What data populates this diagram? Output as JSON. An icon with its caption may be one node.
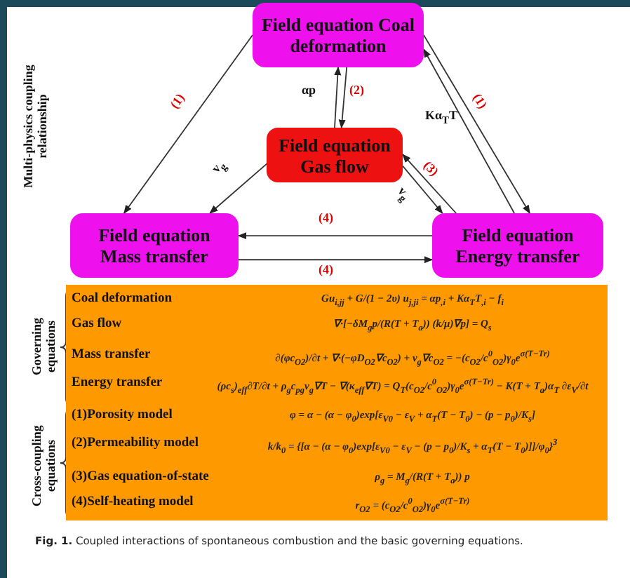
{
  "diagram": {
    "caption": "**Fig. 1.** Coupled interactions of spontaneous combustion and the basic governing equations.",
    "nodes": [
      {
        "text": [
          "Field equation Coal deformation"
        ]
      },
      {
        "text": [
          "Field equation Gas flow"
        ]
      },
      {
        "text": [
          "Field equation Mass transfer"
        ]
      },
      {
        "text": [
          "Field equation Energy transfer"
        ]
      },
      {
        "text": [
          "Coal deformation",
          "Gu$_{i,jj}$ + G/(1 − 2υ) u$_{j,ji}$ = αp$_{,i}$ + Kα$_{T}$T$_{,i}$ − f$_{i}$",
          "Gas flow",
          "∇·[−δM$_{g}$p/(R(T + T$_{a}$)) (k/μ)∇p] = Q$_{s}$",
          "Mass transfer",
          "∂(φc$_{O2}$)/∂t + ∇·(−φD$_{O2}$∇c$_{O2}$) + v$_{g}$∇c$_{O2}$ = −(c$_{O2}$/c$^{0}$$_{O2}$)γ$_{0}$e$^{σ(T−Tr)}$",
          "Energy transfer",
          "(ρc$_{s}$)$_{eff}$∂T/∂t + ρ$_{g}$c$_{pg}$v$_{g}$∇T − ∇(κ$_{eff}$∇T) = Q$_{T}$(c$_{O2}$/c$^{0}$$_{O2}$)γ$_{0}$e$^{σ(T−Tr)}$ − K(T + T$_{a}$)α$_{T}$ ∂ε$_{V}$/∂t",
          "(1)Porosity model",
          "φ = α − (α − φ$_{0}$)exp[ε$_{V0}$ − ε$_{V}$ + α$_{T}$(T − T$_{0}$) − (p − p$_{0}$)/K$_{s}$]",
          "(2)Permeability model",
          "k/k$_{0}$ = {[α − (α − φ$_{0}$)exp[ε$_{V0}$ − ε$_{V}$ − (p − p$_{0}$)/K$_{s}$ + α$_{T}$(T − T$_{0}$)]]/φ$_{0}$}$^{3}$",
          "(3)Gas equation-of-state",
          "ρ$_{g}$ = M$_{g}$/(R(T + T$_{a}$)) p",
          "(4)Self-heating model",
          "r$_{O2}$ = (c$_{O2}$/c$^{0}$$_{O2}$)γ$_{0}$e$^{σ(T−Tr)}$"
        ]
      }
    ],
    "edges": [
      {
        "from": 0,
        "to": 2,
        "arrow": "to",
        "label": "(1)"
      },
      {
        "from": 0,
        "to": 3,
        "arrow": "to",
        "label": "(1)"
      },
      {
        "from": 3,
        "to": 0,
        "arrow": "to",
        "label": "Kα$_{T}$T"
      },
      {
        "from": 1,
        "to": 0,
        "arrow": "to",
        "label": "αp"
      },
      {
        "from": 0,
        "to": 1,
        "arrow": "to",
        "label": "(2)"
      },
      {
        "from": 1,
        "to": 2,
        "arrow": "to",
        "label": "v$_{g}$"
      },
      {
        "from": 1,
        "to": 3,
        "arrow": "to",
        "label": "v$_{g}$"
      },
      {
        "from": 3,
        "to": 1,
        "arrow": "to",
        "label": "(3)"
      },
      {
        "from": 3,
        "to": 2,
        "arrow": "to",
        "label": "(4)"
      },
      {
        "from": 2,
        "to": 3,
        "arrow": "to",
        "label": "(4)"
      }
    ],
    "labels": [
      "Multi-physics coupling relationship",
      "Governing equations",
      "Cross-coupling equations"
    ]
  }
}
